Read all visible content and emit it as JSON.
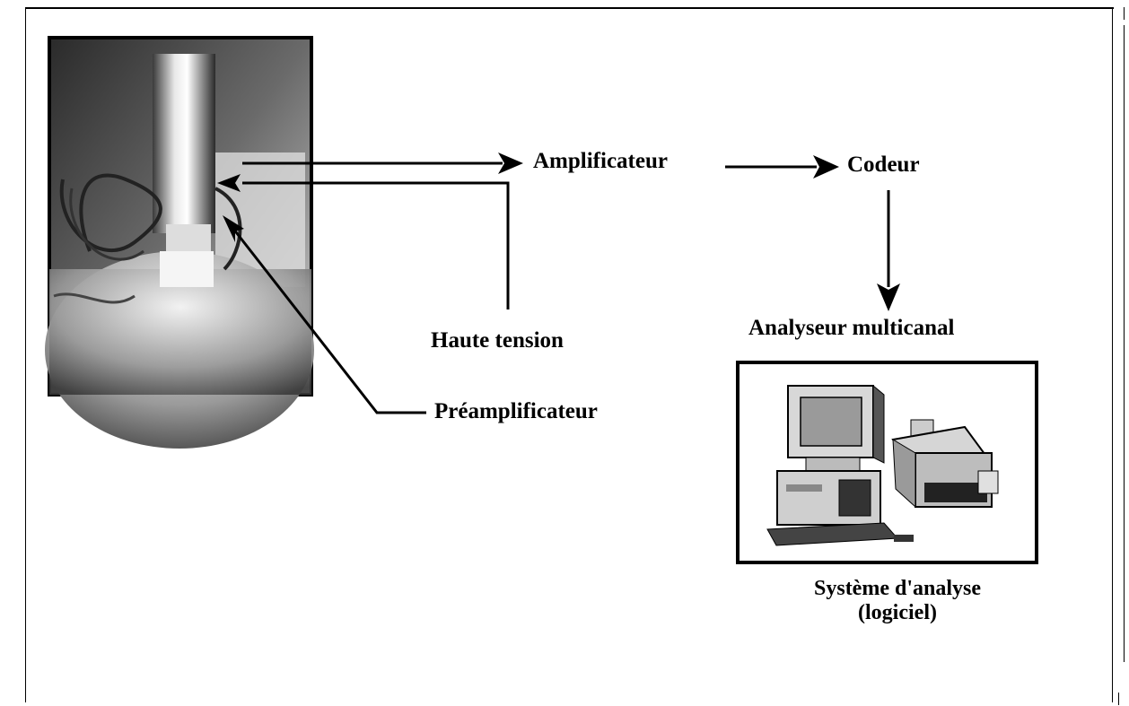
{
  "labels": {
    "amplificateur": "Amplificateur",
    "codeur": "Codeur",
    "haute_tension": "Haute tension",
    "preamplificateur": "Préamplificateur",
    "analyseur": "Analyseur multicanal",
    "systeme_line1": "Système d'analyse",
    "systeme_line2": "(logiciel)"
  },
  "icons": {
    "detector_photo": "detector-photo-icon",
    "computer": "computer-icon",
    "printer": "printer-icon"
  },
  "colors": {
    "ink": "#000000",
    "background": "#ffffff"
  }
}
